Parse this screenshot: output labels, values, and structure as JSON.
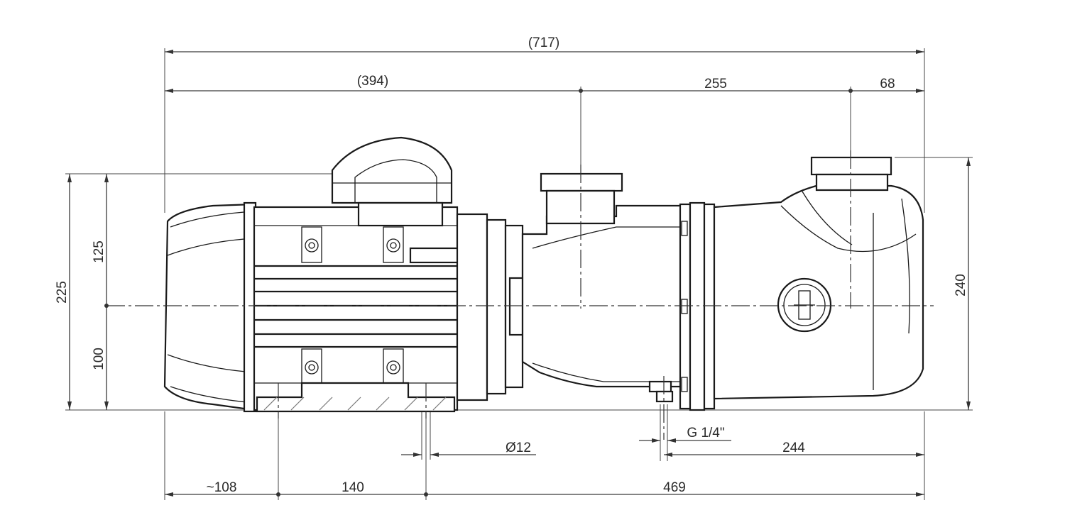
{
  "dimensions": {
    "overall_length": "(717)",
    "motor_length": "(394)",
    "inlet_to_outlet": "255",
    "outlet_to_end": "68",
    "total_height": "225",
    "upper_height": "125",
    "lower_height": "100",
    "outlet_height": "240",
    "hole_diameter": "Ø12",
    "drain_thread": "G 1/4\"",
    "drain_to_end": "244",
    "foot_offset": "~108",
    "foot_spacing": "140",
    "foot_to_end": "469"
  },
  "icons": {
    "motor": "electric-motor",
    "pump_housing": "pump-housing",
    "logo": "pump-badge-icon"
  }
}
